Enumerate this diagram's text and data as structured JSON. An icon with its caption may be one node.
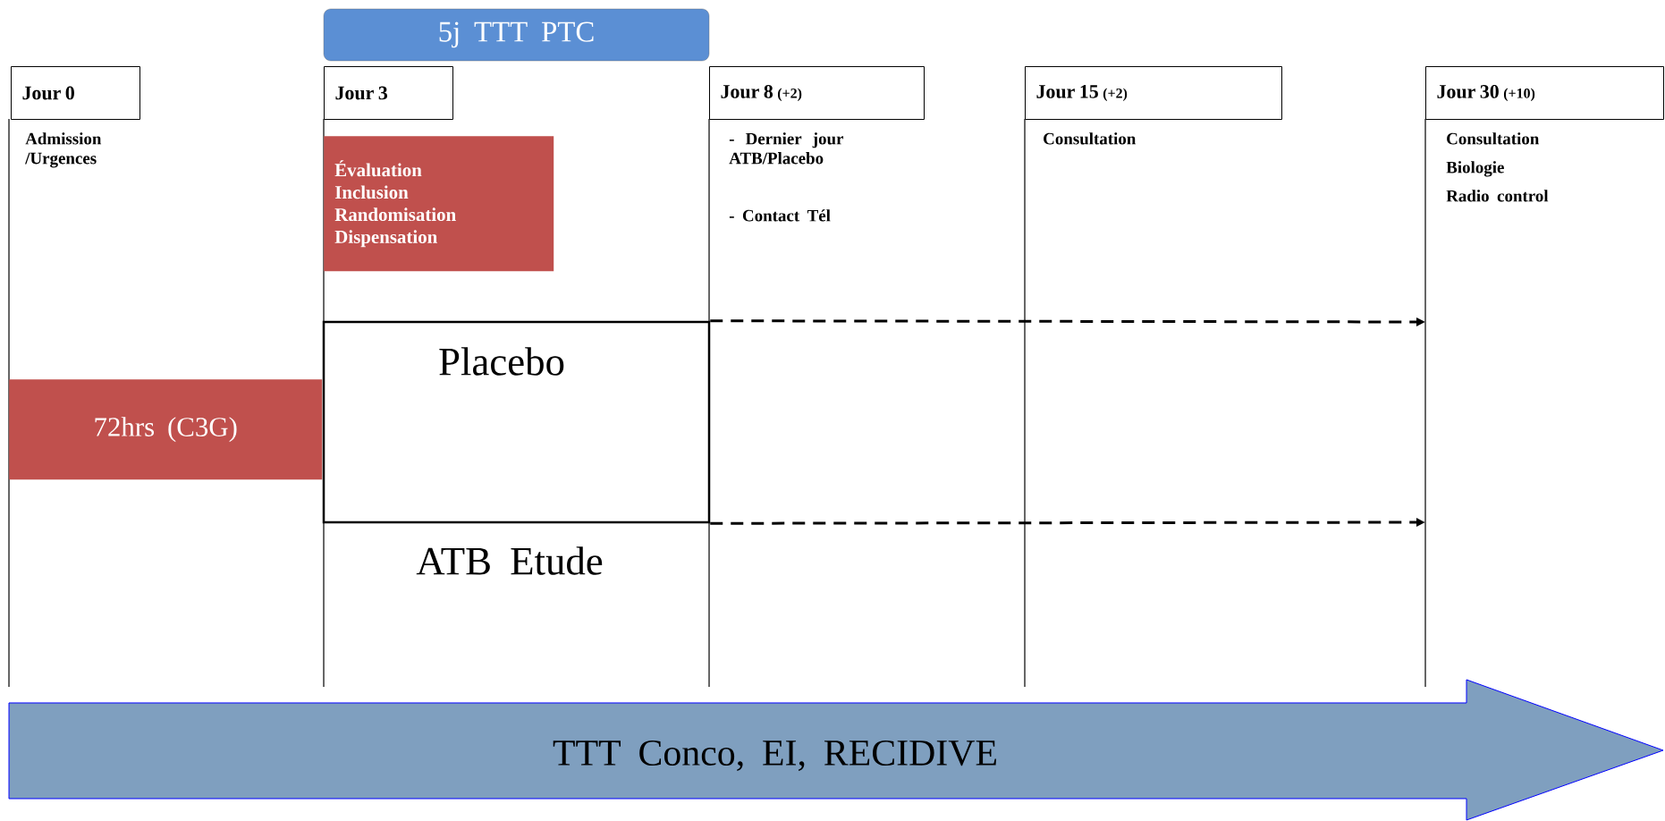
{
  "diagram": {
    "nodes": [
      {
        "text": [
          "Jour 0"
        ],
        "beside": [
          "Admission /Urgences"
        ]
      },
      {
        "text": [
          "Jour 3"
        ]
      },
      {
        "text": [
          "5j TTT PTC"
        ]
      },
      {
        "text": [
          "Évaluation",
          "Inclusion",
          "Randomisation",
          "Dispensation"
        ]
      },
      {
        "text": [
          "Jour 8",
          "(+2)"
        ],
        "beside": [
          "- Dernier jour ATB/Placebo",
          "- Contact Tél"
        ]
      },
      {
        "text": [
          "Jour 15",
          "(+2)"
        ],
        "beside": [
          "Consultation"
        ]
      },
      {
        "text": [
          "Jour 30",
          "(+10)"
        ],
        "beside": [
          "Consultation",
          "Biologie",
          "Radio control"
        ]
      },
      {
        "text": [
          "72hrs (C3G)"
        ]
      },
      {
        "text": [
          "Placebo"
        ],
        "beside": [
          "ATB Etude"
        ]
      },
      {
        "text": [
          "TTT Conco, EI, RECIDIVE"
        ]
      }
    ],
    "edges": [
      {
        "from": 8,
        "to": null,
        "arrow": "to",
        "style": "dashed"
      },
      {
        "from": 8,
        "to": null,
        "arrow": "to",
        "style": "dashed"
      }
    ]
  }
}
